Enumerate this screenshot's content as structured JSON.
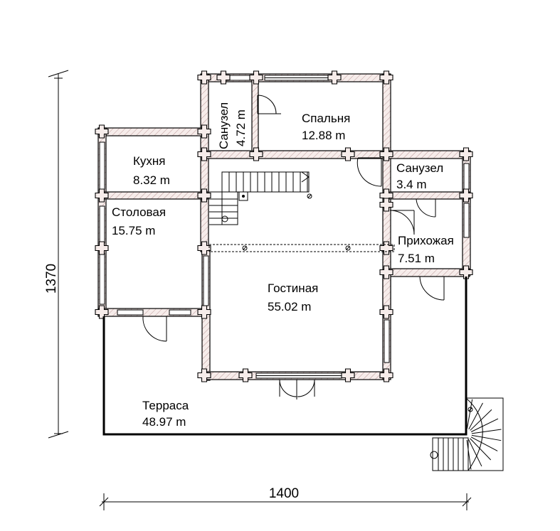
{
  "rooms": {
    "bathroom_upper": {
      "name": "Санузел",
      "area": "4.72 m"
    },
    "bedroom": {
      "name": "Спальня",
      "area": "12.88 m"
    },
    "kitchen": {
      "name": "Кухня",
      "area": "8.32 m"
    },
    "bathroom_right": {
      "name": "Санузел",
      "area": "3.4 m"
    },
    "dining": {
      "name": "Столовая",
      "area": "15.75 m"
    },
    "hallway": {
      "name": "Прихожая",
      "area": "7.51 m"
    },
    "living": {
      "name": "Гостиная",
      "area": "55.02 m"
    },
    "terrace": {
      "name": "Терраса",
      "area": "48.97 m"
    }
  },
  "dimensions": {
    "height": "1370",
    "width": "1400"
  },
  "colors": {
    "wall_fill": "#f6ecea",
    "line": "#000000"
  }
}
